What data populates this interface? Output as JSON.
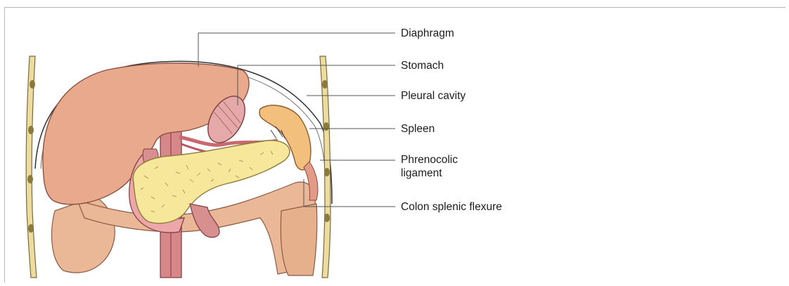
{
  "labels": {
    "diaphragm": "Diaphragm",
    "stomach": "Stomach",
    "pleural_cavity": "Pleural cavity",
    "spleen": "Spleen",
    "phrenocolic_line1": "Phrenocolic",
    "phrenocolic_line2": "ligament",
    "colon": "Colon splenic flexure"
  },
  "colors": {
    "liver": "#e8a98c",
    "pancreas": "#f6e79a",
    "colon": "#eab897",
    "spleen": "#f2bf7d",
    "vessel": "#c9686e",
    "stomach": "#e6a9a9",
    "rib": "#ecdca0"
  }
}
